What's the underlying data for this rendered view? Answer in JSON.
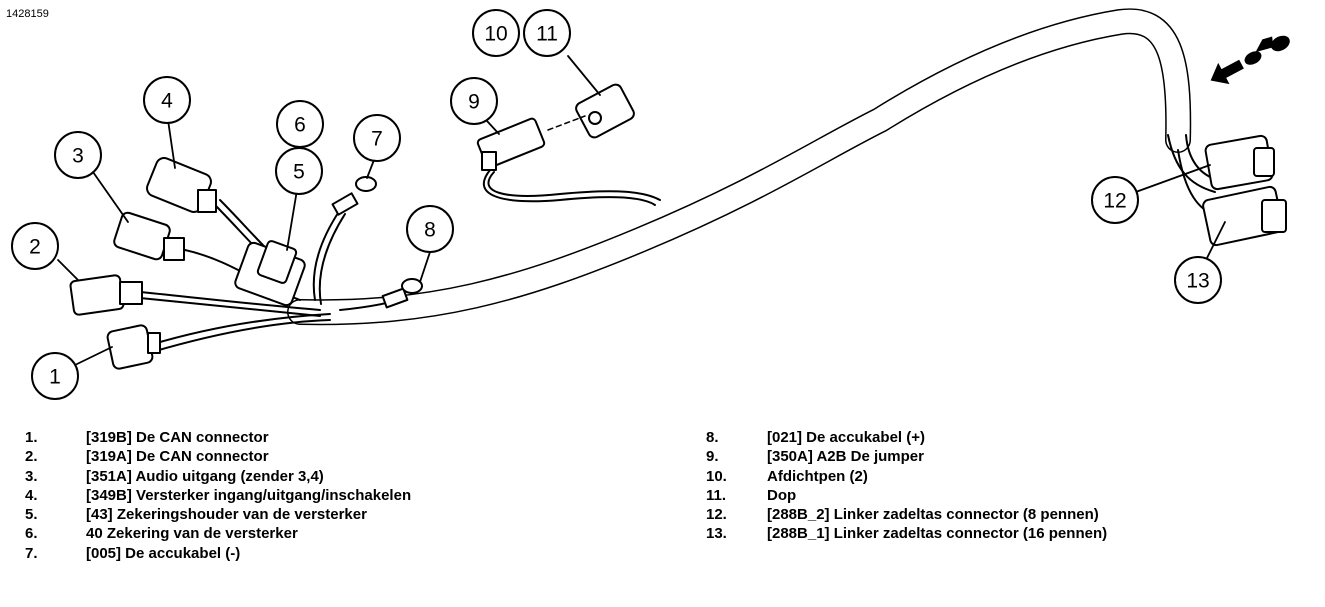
{
  "figure_id": "1428159",
  "callouts": [
    "1",
    "2",
    "3",
    "4",
    "5",
    "6",
    "7",
    "8",
    "9",
    "10",
    "11",
    "12",
    "13"
  ],
  "legend": [
    {
      "num": "1.",
      "text": "[319B] De CAN connector"
    },
    {
      "num": "2.",
      "text": "[319A] De CAN connector"
    },
    {
      "num": "3.",
      "text": "[351A] Audio uitgang (zender 3,4)"
    },
    {
      "num": "4.",
      "text": "[349B] Versterker ingang/uitgang/inschakelen"
    },
    {
      "num": "5.",
      "text": "[43] Zekeringshouder van de versterker"
    },
    {
      "num": "6.",
      "text": "40 Zekering van de versterker"
    },
    {
      "num": "7.",
      "text": "[005] De accukabel (-)"
    },
    {
      "num": "8.",
      "text": "[021] De accukabel (+)"
    },
    {
      "num": "9.",
      "text": "[350A] A2B De jumper"
    },
    {
      "num": "10.",
      "text": "Afdichtpen (2)"
    },
    {
      "num": "11.",
      "text": "Dop"
    },
    {
      "num": "12.",
      "text": "[288B_2] Linker zadeltas connector (8 pennen)"
    },
    {
      "num": "13.",
      "text": "[288B_1] Linker zadeltas connector (16 pennen)"
    }
  ],
  "icons": {
    "direction": "front-direction-motorcycle-icon"
  }
}
